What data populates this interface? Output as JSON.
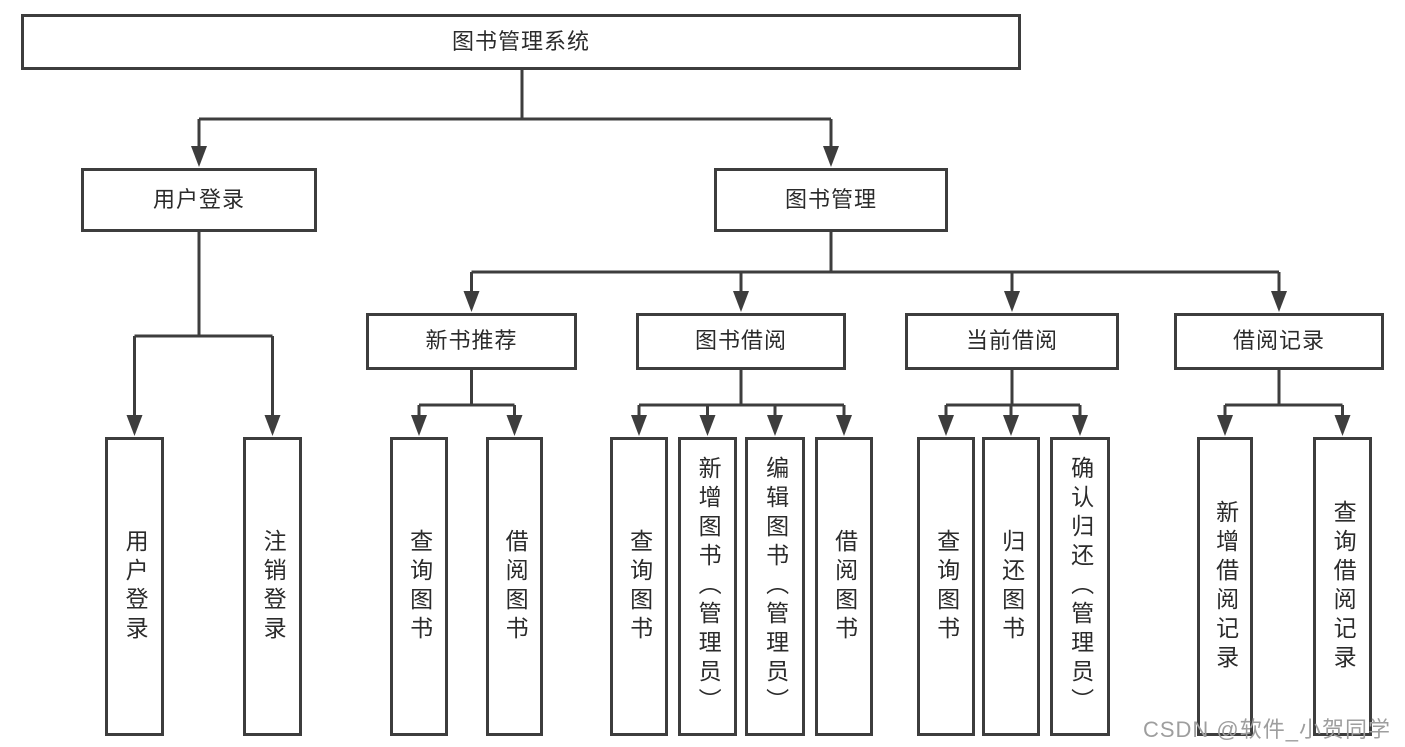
{
  "colors": {
    "background": "#ffffff",
    "line": "#3d3d3d",
    "box_border": "#3d3d3d",
    "box_fill": "#ffffff",
    "text": "#2b2b2b",
    "watermark": "#9e9e9e"
  },
  "nodes": {
    "root": {
      "label": "图书管理系统"
    },
    "user_login": {
      "label": "用户登录"
    },
    "book_mgmt": {
      "label": "图书管理"
    },
    "new_book_rec": {
      "label": "新书推荐"
    },
    "book_borrow": {
      "label": "图书借阅"
    },
    "current_borrow": {
      "label": "当前借阅"
    },
    "borrow_records": {
      "label": "借阅记录"
    },
    "login": {
      "label": "用户登录"
    },
    "logout": {
      "label": "注销登录"
    },
    "query_books_1": {
      "label": "查询图书"
    },
    "borrow_books_1": {
      "label": "借阅图书"
    },
    "query_books_2": {
      "label": "查询图书"
    },
    "add_books": {
      "label": "新增图书（管理员）"
    },
    "edit_books": {
      "label": "编辑图书（管理员）"
    },
    "borrow_books_2": {
      "label": "借阅图书"
    },
    "query_books_3": {
      "label": "查询图书"
    },
    "return_books": {
      "label": "归还图书"
    },
    "confirm_return": {
      "label": "确认归还（管理员）"
    },
    "add_borrow_record": {
      "label": "新增借阅记录"
    },
    "query_borrow_record": {
      "label": "查询借阅记录"
    }
  },
  "hierarchy": [
    {
      "parent": "root",
      "children": [
        "user_login",
        "book_mgmt"
      ]
    },
    {
      "parent": "user_login",
      "children": [
        "login",
        "logout"
      ]
    },
    {
      "parent": "book_mgmt",
      "children": [
        "new_book_rec",
        "book_borrow",
        "current_borrow",
        "borrow_records"
      ]
    },
    {
      "parent": "new_book_rec",
      "children": [
        "query_books_1",
        "borrow_books_1"
      ]
    },
    {
      "parent": "book_borrow",
      "children": [
        "query_books_2",
        "add_books",
        "edit_books",
        "borrow_books_2"
      ]
    },
    {
      "parent": "current_borrow",
      "children": [
        "query_books_3",
        "return_books",
        "confirm_return"
      ]
    },
    {
      "parent": "borrow_records",
      "children": [
        "add_borrow_record",
        "query_borrow_record"
      ]
    }
  ],
  "watermark": {
    "text": "CSDN @软件_小贺同学"
  }
}
